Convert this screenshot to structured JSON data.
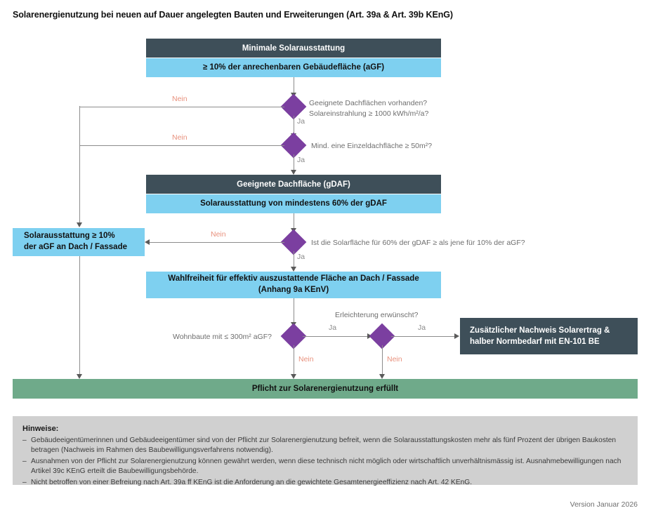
{
  "title": "Solarenergienutzung bei neuen auf Dauer angelegten Bauten und Erweiterungen (Art. 39a & Art. 39b KEnG)",
  "colors": {
    "header_dark": "#3e4f59",
    "box_blue": "#7ed0f0",
    "box_green": "#6faa8a",
    "diamond_purple": "#7b3fa0",
    "label_nein": "#e8917d",
    "label_ja": "#8a8a8a",
    "notes_bg": "#d0d0d0",
    "connector": "#8c8c8c"
  },
  "flow": {
    "minimal_header": "Minimale Solarausstattung",
    "minimal_body": "≥ 10% der anrechenbaren Gebäudefläche (aGF)",
    "gdaf_header": "Geeignete Dachfläche (gDAF)",
    "gdaf_body": "Solarausstattung von mindestens 60% der gDAF",
    "wahlfreiheit_line1": "Wahlfreiheit für effektiv auszustattende Fläche an Dach / Fassade",
    "wahlfreiheit_line2": "(Anhang 9a KEnV)",
    "left_outcome_line1": "Solarausstattung ≥ 10%",
    "left_outcome_line2": "der aGF an Dach / Fassade",
    "extra_proof_line1": "Zusätzlicher Nachweis Solarertrag &",
    "extra_proof_line2": "halber Normbedarf mit EN-101 BE",
    "final_outcome": "Pflicht zur Solarenergienutzung erfüllt"
  },
  "decisions": {
    "d1_line1": "Geeignete Dachflächen vorhanden?",
    "d1_line2": "Solareinstrahlung ≥ 1000 kWh/m²/a?",
    "d2_text": "Mind. eine Einzeldachfläche ≥ 50m²?",
    "d3_text": "Ist die Solarfläche für 60% der gDAF ≥ als jene für 10% der aGF?",
    "d4_text": "Wohnbaute mit ≤ 300m² aGF?",
    "d5_text": "Erleichterung erwünscht?"
  },
  "edge_labels": {
    "nein1": "Nein",
    "nein2": "Nein",
    "nein3": "Nein",
    "nein4": "Nein",
    "nein5": "Nein",
    "ja1": "Ja",
    "ja2": "Ja",
    "ja3": "Ja",
    "ja4": "Ja",
    "ja5": "Ja"
  },
  "notes": {
    "heading": "Hinweise:",
    "items": [
      "Gebäudeeigentümerinnen und Gebäudeeigentümer sind von der Pflicht zur Solarenergienutzung befreit, wenn die Solarausstattungskosten mehr als fünf Prozent der übrigen Baukosten betragen (Nachweis im Rahmen des Baubewilligungsverfahrens notwendig).",
      "Ausnahmen von der Pflicht zur Solarenergienutzung können gewährt werden, wenn diese technisch nicht möglich oder wirtschaftlich unverhältnismässig ist. Ausnahmebewilligungen nach Artikel 39c KEnG erteilt die Baubewilligungsbehörde.",
      "Nicht betroffen von einer Befreiung nach Art. 39a ff KEnG ist die Anforderung an die gewichtete Gesamtenergieeffizienz nach Art. 42 KEnG."
    ],
    "dash": "–"
  },
  "footer": {
    "version": "Version Januar 2026"
  }
}
